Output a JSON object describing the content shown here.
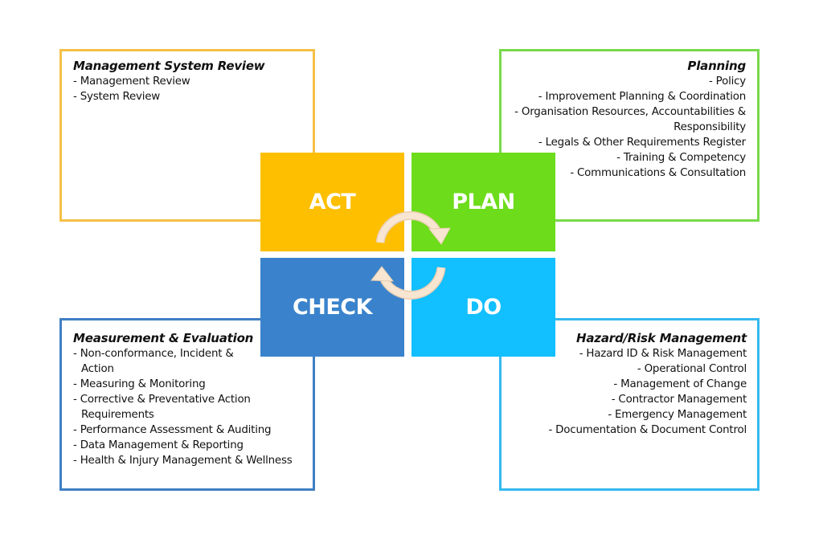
{
  "quadrants": {
    "act": "ACT",
    "plan": "PLAN",
    "check": "CHECK",
    "do": "DO"
  },
  "management_review": {
    "title": "Management System Review",
    "lines": [
      "- Management Review",
      "- System Review"
    ]
  },
  "planning": {
    "title": "Planning",
    "lines": [
      "- Policy",
      "- Improvement Planning & Coordination",
      "- Organisation Resources, Accountabilities &",
      "Responsibility",
      "- Legals & Other Requirements Register",
      "- Training & Competency",
      "- Communications & Consultation"
    ]
  },
  "measurement": {
    "title": "Measurement & Evaluation",
    "lines": [
      "- Non-conformance, Incident &",
      "Action",
      "- Measuring & Monitoring",
      "- Corrective & Preventative Action",
      "Requirements",
      "- Performance Assessment & Auditing",
      "- Data Management & Reporting",
      "- Health & Injury Management & Wellness"
    ]
  },
  "hazard": {
    "title": "Hazard/Risk Management",
    "lines": [
      "- Hazard ID & Risk Management",
      "- Operational Control",
      "- Management of Change",
      "- Contractor Management",
      "- Emergency Management",
      "- Documentation & Document Control"
    ]
  },
  "colors": {
    "act": "#fdbf00",
    "plan": "#6ddc1b",
    "check": "#3a83cc",
    "do": "#12bfff",
    "arrow": "#f8e6d2"
  }
}
